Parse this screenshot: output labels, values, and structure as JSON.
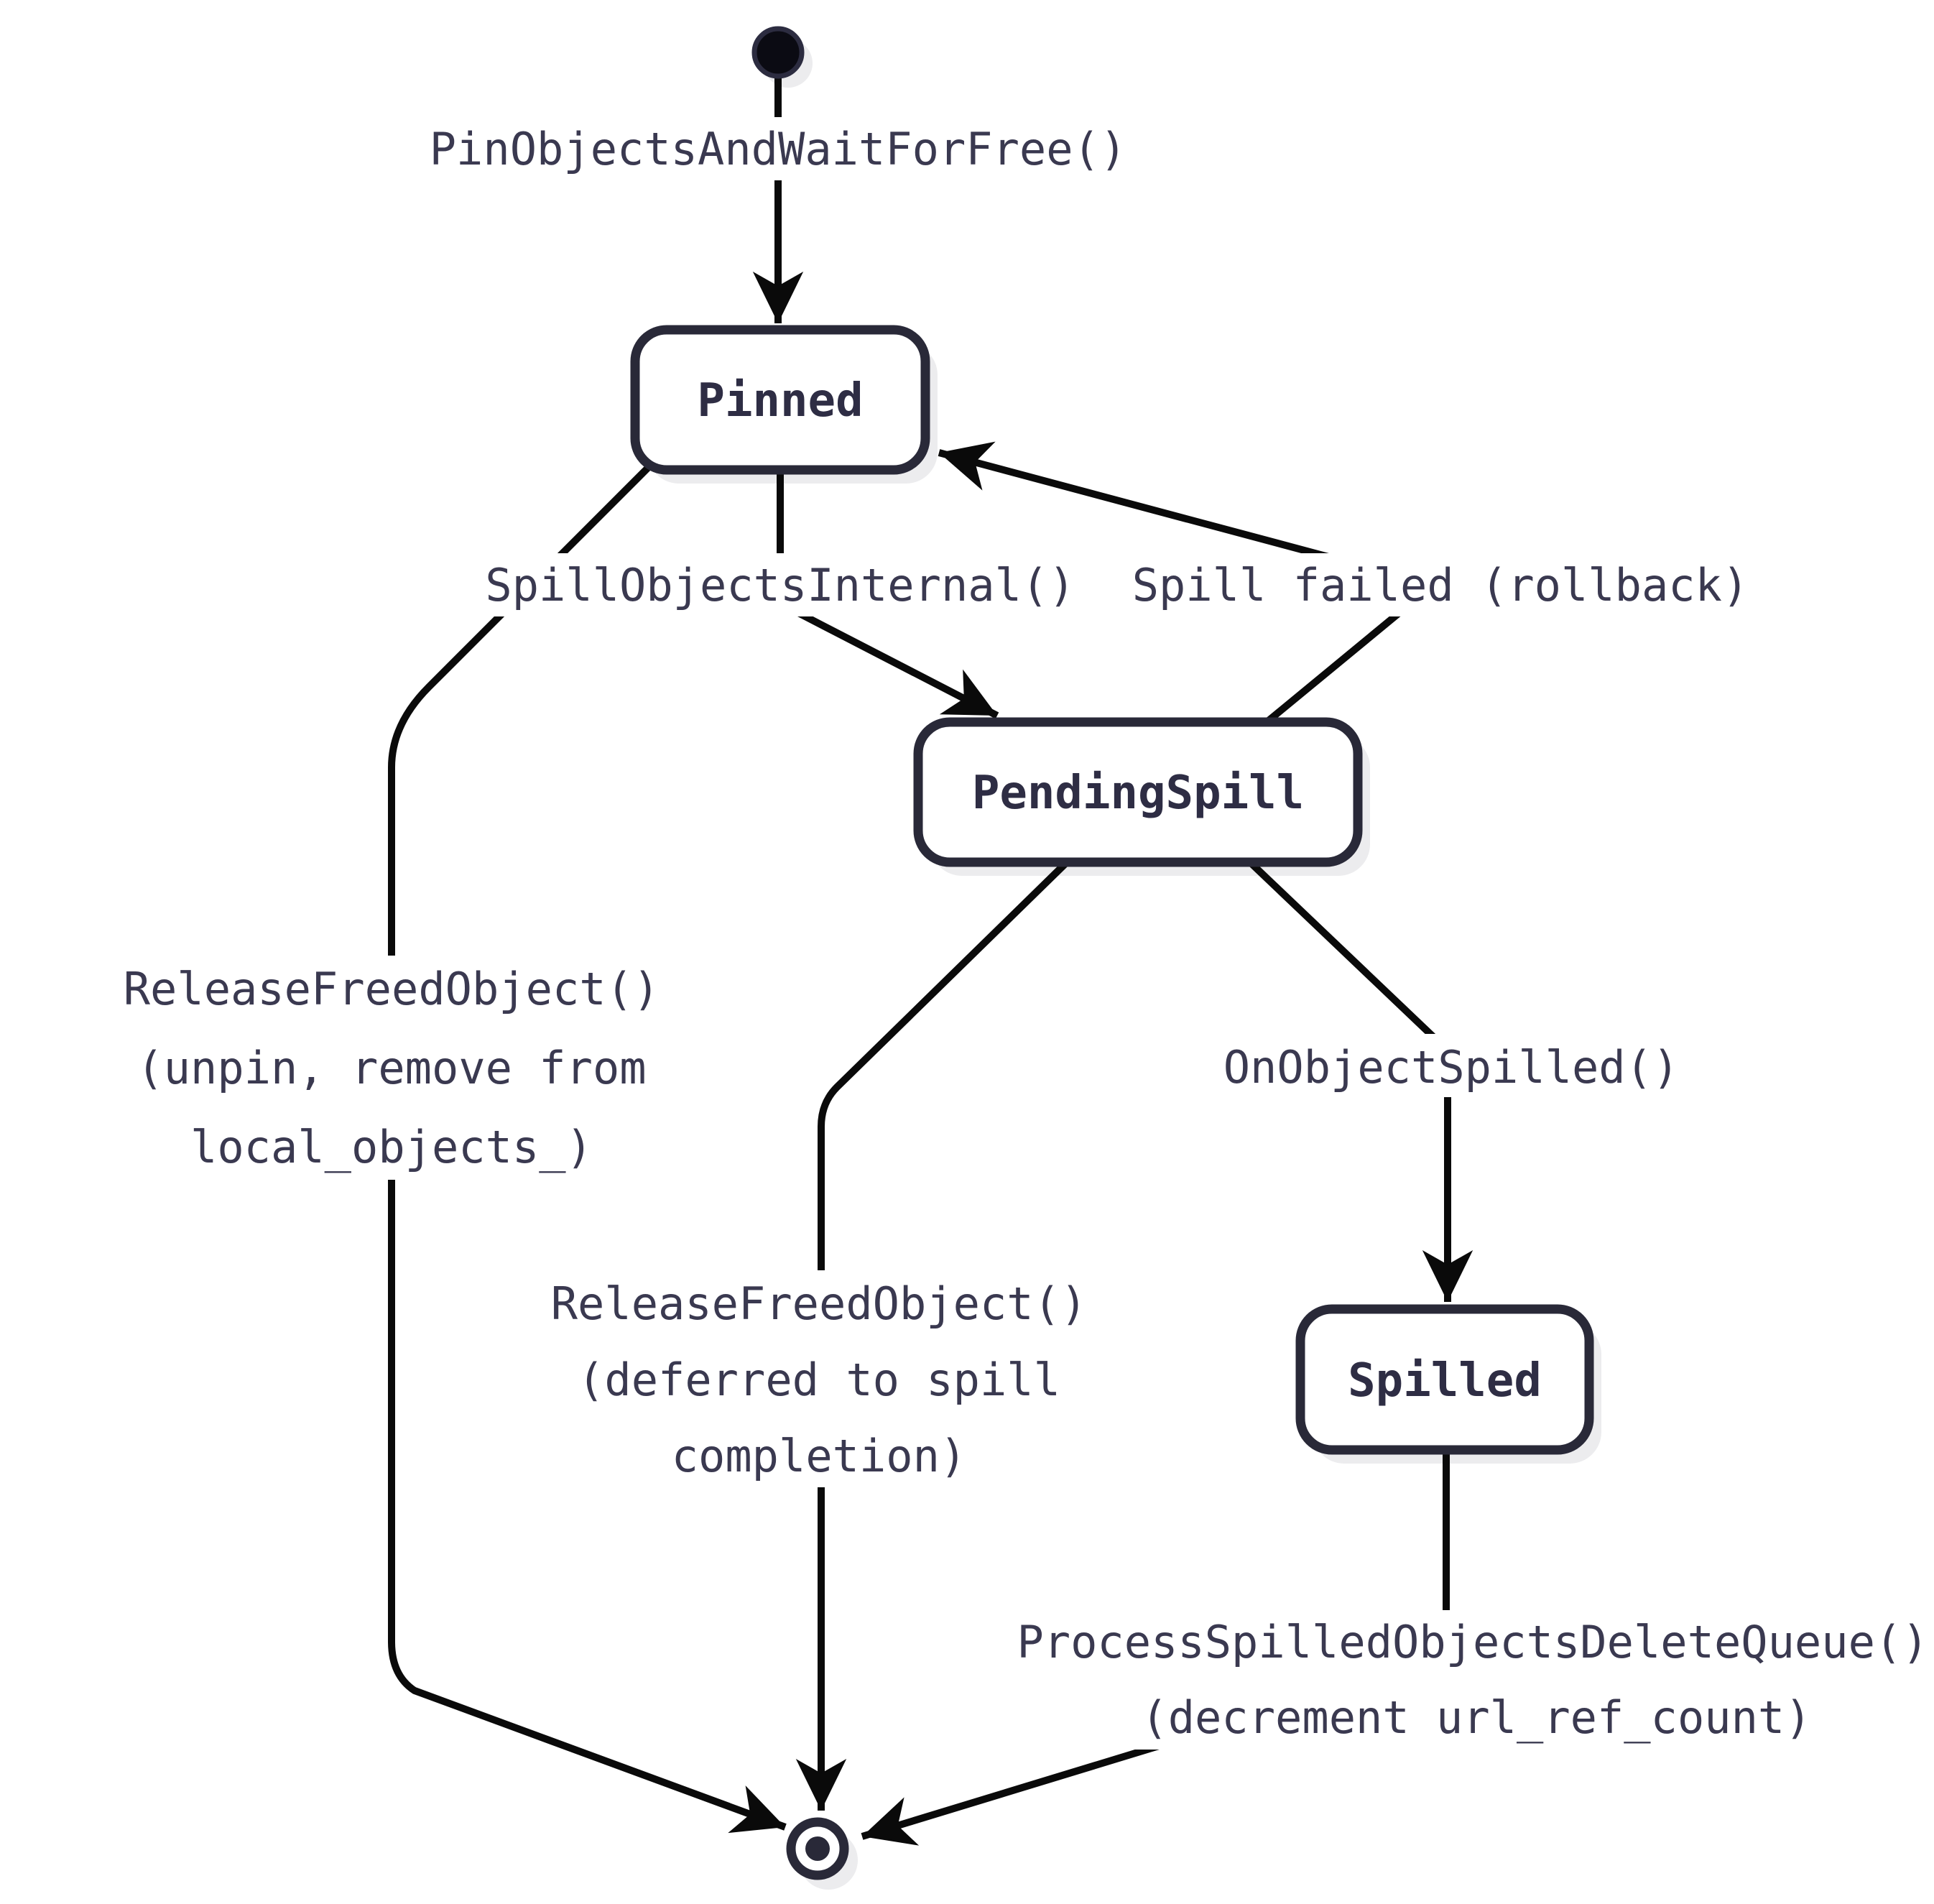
{
  "diagram": {
    "kind": "uml-state-diagram",
    "colors": {
      "background": "#ffffff",
      "node_border": "#292938",
      "node_fill": "#ffffff",
      "node_text": "#2e2d44",
      "label_text": "#3a3950",
      "edge": "#0a0a0a",
      "shadow": "#ececee",
      "initial_fill": "#0b0b13"
    },
    "states": [
      {
        "id": "initial",
        "kind": "initial-pseudostate",
        "label": ""
      },
      {
        "id": "pinned",
        "kind": "state",
        "label": "Pinned"
      },
      {
        "id": "pending-spill",
        "kind": "state",
        "label": "PendingSpill"
      },
      {
        "id": "spilled",
        "kind": "state",
        "label": "Spilled"
      },
      {
        "id": "final",
        "kind": "final-pseudostate",
        "label": ""
      }
    ],
    "transitions": [
      {
        "from": "initial",
        "to": "pinned",
        "lines": [
          "PinObjectsAndWaitForFree()"
        ]
      },
      {
        "from": "pinned",
        "to": "pending-spill",
        "lines": [
          "SpillObjectsInternal()"
        ]
      },
      {
        "from": "pending-spill",
        "to": "pinned",
        "lines": [
          "Spill failed (rollback)"
        ]
      },
      {
        "from": "pinned",
        "to": "final",
        "lines": [
          "ReleaseFreedObject()",
          "(unpin, remove from",
          "local_objects_)"
        ]
      },
      {
        "from": "pending-spill",
        "to": "final",
        "lines": [
          "ReleaseFreedObject()",
          "(deferred to spill",
          "completion)"
        ]
      },
      {
        "from": "pending-spill",
        "to": "spilled",
        "lines": [
          "OnObjectSpilled()"
        ]
      },
      {
        "from": "spilled",
        "to": "final",
        "lines": [
          "ProcessSpilledObjectsDeleteQueue()",
          "(decrement url_ref_count)"
        ]
      }
    ]
  }
}
